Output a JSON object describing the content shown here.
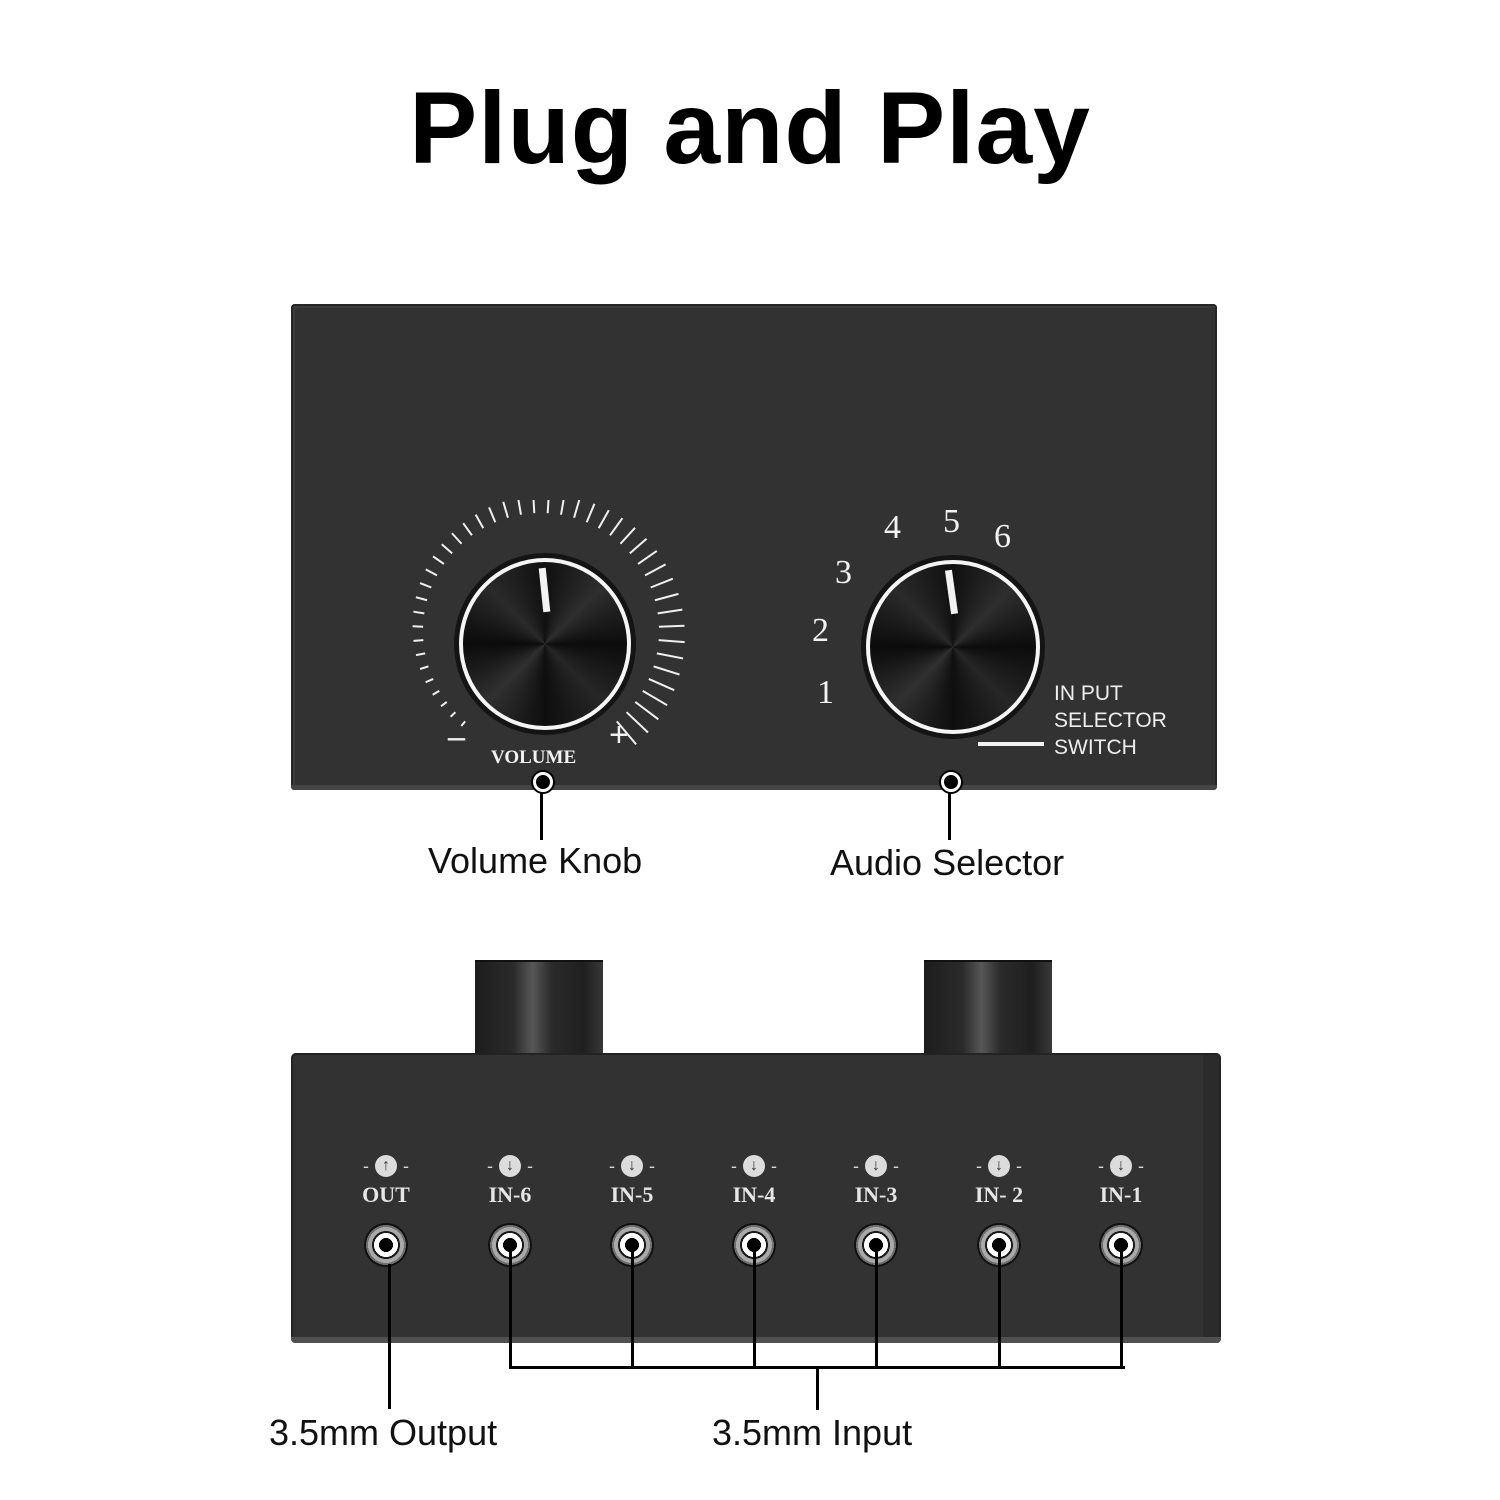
{
  "title": "Plug and Play",
  "top_panel": {
    "volume": {
      "label": "VOLUME",
      "minus": "–",
      "plus": "+",
      "tick_count": 44
    },
    "selector": {
      "positions": [
        "1",
        "2",
        "3",
        "4",
        "5",
        "6"
      ],
      "selected": "5",
      "label_lines": [
        "IN PUT",
        "SELECTOR",
        "SWITCH"
      ]
    }
  },
  "callouts": {
    "volume_knob": "Volume Knob",
    "audio_selector": "Audio Selector",
    "output": "3.5mm Output",
    "input": "3.5mm Input"
  },
  "ports": [
    {
      "label": "OUT",
      "direction": "up",
      "icon": "arrow-up-circle-icon"
    },
    {
      "label": "IN-6",
      "direction": "down",
      "icon": "arrow-down-circle-icon"
    },
    {
      "label": "IN-5",
      "direction": "down",
      "icon": "arrow-down-circle-icon"
    },
    {
      "label": "IN-4",
      "direction": "down",
      "icon": "arrow-down-circle-icon"
    },
    {
      "label": "IN-3",
      "direction": "down",
      "icon": "arrow-down-circle-icon"
    },
    {
      "label": "IN- 2",
      "direction": "down",
      "icon": "arrow-down-circle-icon"
    },
    {
      "label": "IN-1",
      "direction": "down",
      "icon": "arrow-down-circle-icon"
    }
  ],
  "arrows": {
    "up": "↑",
    "down": "↓",
    "dash": "-"
  },
  "colors": {
    "panel": "#323232",
    "label_text": "#e6e6e6",
    "background": "#ffffff",
    "callout_line": "#000000"
  }
}
